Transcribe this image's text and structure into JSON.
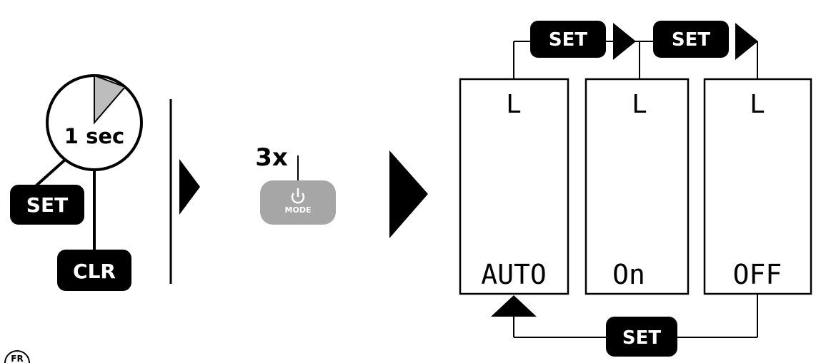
{
  "timer": {
    "label": "1 sec"
  },
  "left_buttons": {
    "set": "SET",
    "clr": "CLR"
  },
  "mode_press": {
    "count": "3x",
    "button_label": "MODE",
    "icon": "power-icon"
  },
  "flow_buttons": {
    "set_1": "SET",
    "set_2": "SET",
    "set_return": "SET"
  },
  "displays": [
    {
      "top": "L",
      "bottom": "AUTO"
    },
    {
      "top": "L",
      "bottom": "On"
    },
    {
      "top": "L",
      "bottom": "OFF"
    }
  ],
  "corner_badge": {
    "text": "FR"
  },
  "colors": {
    "button_fill": "#000000",
    "mode_button_fill": "#a6a6a6",
    "timer_wedge": "#bdbdbd"
  }
}
